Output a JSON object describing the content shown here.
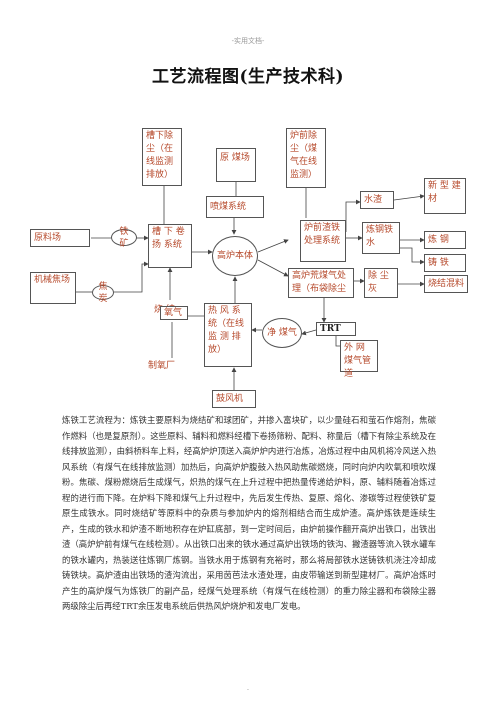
{
  "header": "-实用文档-",
  "title": "工艺流程图(生产技术科)",
  "nodes": {
    "dust_trough": "槽下除尘（在线监测排放）",
    "dust_furnace": "炉前除尘（煤气在线监测）",
    "raw_coal": "原 煤场",
    "coal_injection": "喷煤系统",
    "raw_yard": "原料场",
    "iron_ore": "铁 矿",
    "trough_screen": "槽 下 卷 扬 系统",
    "blast_furnace": "高炉本体",
    "slag_system": "炉前渣铁处理系统",
    "water_slag": "水渣",
    "building": "新 型 建材",
    "molten_iron": "炼钢铁水",
    "steelmaking": "炼 钢",
    "cast_iron": "铸 铁",
    "mech_coke": "机械焦场",
    "coke": "焦炭",
    "sinter": "烧 结",
    "bf_gas": "高炉荒煤气处理（布袋除尘",
    "dust_ash": "除 尘灰",
    "sinter_mix": "烧结混料",
    "hot_blast": "热 风 系统（在线监 测 排放）",
    "clean_gas": "净 煤气",
    "trt": "TRT",
    "oxygen": "氧气",
    "oxygen_plant": "制氧厂",
    "ext_gas": "外 网 煤气管道",
    "blower": "鼓风机"
  },
  "paragraph": "炼铁工艺流程为：炼铁主要原料为烧结矿和球团矿，并掺入富块矿，以少量硅石和萤石作熔剂，焦碳作燃料（也是复原剂）。这些原料、辅料和燃料经槽下卷扬筛粉、配料、称量后（槽下有除尘系统及在线排放监测），由斜桥料车上料，经高炉炉顶送入高炉炉内进行冶炼，冶炼过程中由风机将冷风送入热风系统（有煤气在线排放监测）加热后，向高炉炉腹鼓入热风助焦碳燃烧，同时向炉内吹氧和喷吹煤粉。焦碳、煤粉燃烧后生成煤气，炽热的煤气在上升过程中把热量传递给炉料，原、辅料随着冶炼过程的进行而下降。在炉料下降和煤气上升过程中，先后发生传热、复原、熔化、渗碳等过程使铁矿复原生成铁水。同时烧结矿等原料中的杂质与参加炉内的熔剂相结合而生成炉渣。高炉炼铁是连续生产，生成的铁水和炉渣不断地积存在炉缸底部，到一定时间后，由炉前操作翻开高炉出铁口，出铁出渣（高炉炉前有煤气在线检测）。从出铁口出来的铁水通过高炉出铁场的铁沟、撇渣器等流入铁水罐车的铁水罐内，热装送往炼钢厂炼钢。当铁水用于炼钢有充裕时，那么将局部铁水送铸铁机浇注冷却成铸铁块。高炉渣由出铁场的渣沟流出，采用茵芭法水渣处理，由皮带输送到新型建材厂。高炉冶炼时产生的高炉煤气为炼铁厂的副产品，经煤气处理系统（有煤气在线检测）的重力除尘器和布袋除尘器两级除尘后再经TRT余压发电系统后供热风炉烧炉和发电厂发电。",
  "footer": "·"
}
